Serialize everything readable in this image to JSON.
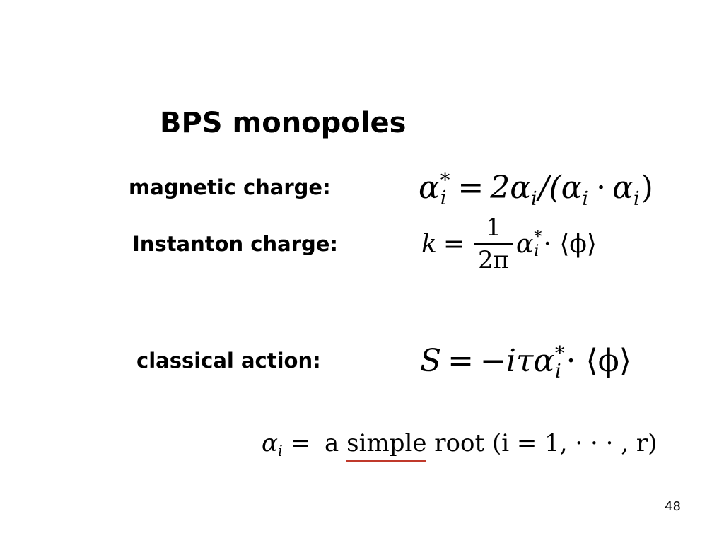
{
  "slide": {
    "title": "BPS monopoles",
    "labels": {
      "magnetic": "magnetic charge:",
      "instanton": "Instanton charge:",
      "action": "classical action:"
    },
    "equations": {
      "magnetic": {
        "alpha": "α",
        "star": "*",
        "sub_i": "i",
        "eq": "=",
        "rhs_two_alpha": "2α",
        "rhs_slash_open": "/(α",
        "rhs_dot": "·",
        "rhs_alpha2": "α",
        "rhs_close": ")"
      },
      "instanton": {
        "k": "k",
        "eq": "=",
        "num": "1",
        "den": "2π",
        "alpha": "α",
        "star": "*",
        "sub_i": "i",
        "rest": "· ⟨ϕ⟩"
      },
      "action": {
        "S": "S",
        "eq": "=",
        "rhs": "−iτα",
        "star": "*",
        "sub_i": "i",
        "rest": "· ⟨ϕ⟩"
      },
      "root": {
        "alpha": "α",
        "sub_i": "i",
        "eq": "=",
        "a": "a",
        "simple": "simple",
        "root_word": "root",
        "paren": "(i = 1, · · · , r)"
      }
    },
    "page_number": "48"
  }
}
